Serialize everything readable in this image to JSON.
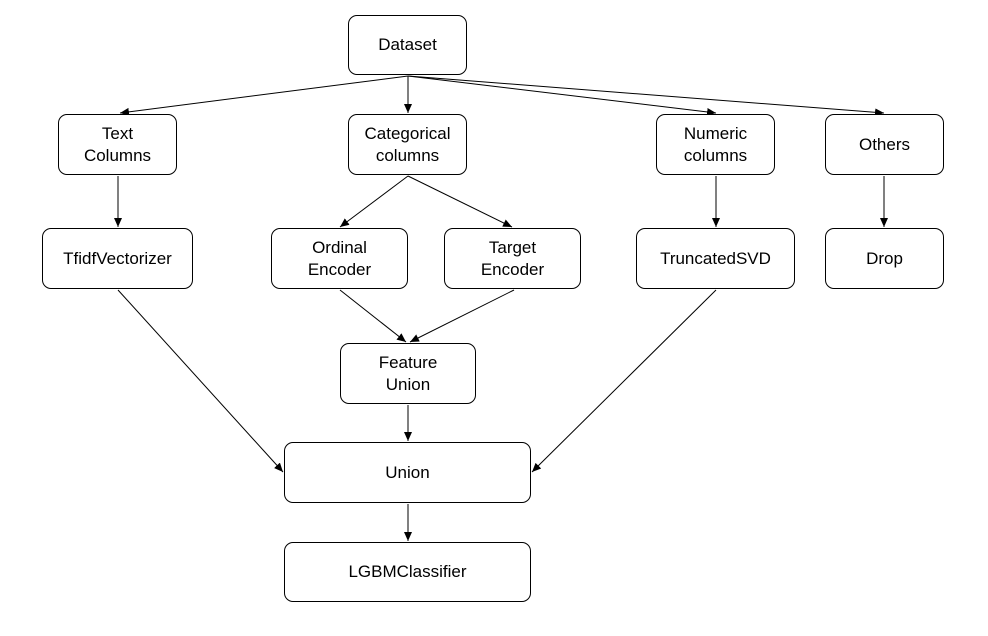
{
  "nodes": {
    "dataset": "Dataset",
    "text_columns": "Text\nColumns",
    "categorical_columns": "Categorical\ncolumns",
    "numeric_columns": "Numeric\ncolumns",
    "others": "Others",
    "tfidf": "TfidfVectorizer",
    "ordinal_encoder": "Ordinal\nEncoder",
    "target_encoder": "Target\nEncoder",
    "truncated_svd": "TruncatedSVD",
    "drop": "Drop",
    "feature_union": "Feature\nUnion",
    "union": "Union",
    "lgbm": "LGBMClassifier"
  },
  "edges": [
    {
      "from": "dataset",
      "to": "text_columns"
    },
    {
      "from": "dataset",
      "to": "categorical_columns"
    },
    {
      "from": "dataset",
      "to": "numeric_columns"
    },
    {
      "from": "dataset",
      "to": "others"
    },
    {
      "from": "text_columns",
      "to": "tfidf"
    },
    {
      "from": "categorical_columns",
      "to": "ordinal_encoder"
    },
    {
      "from": "categorical_columns",
      "to": "target_encoder"
    },
    {
      "from": "numeric_columns",
      "to": "truncated_svd"
    },
    {
      "from": "others",
      "to": "drop"
    },
    {
      "from": "ordinal_encoder",
      "to": "feature_union"
    },
    {
      "from": "target_encoder",
      "to": "feature_union"
    },
    {
      "from": "tfidf",
      "to": "union"
    },
    {
      "from": "feature_union",
      "to": "union"
    },
    {
      "from": "truncated_svd",
      "to": "union"
    },
    {
      "from": "union",
      "to": "lgbm"
    }
  ],
  "colors": {
    "stroke": "#000000",
    "background": "#ffffff"
  }
}
